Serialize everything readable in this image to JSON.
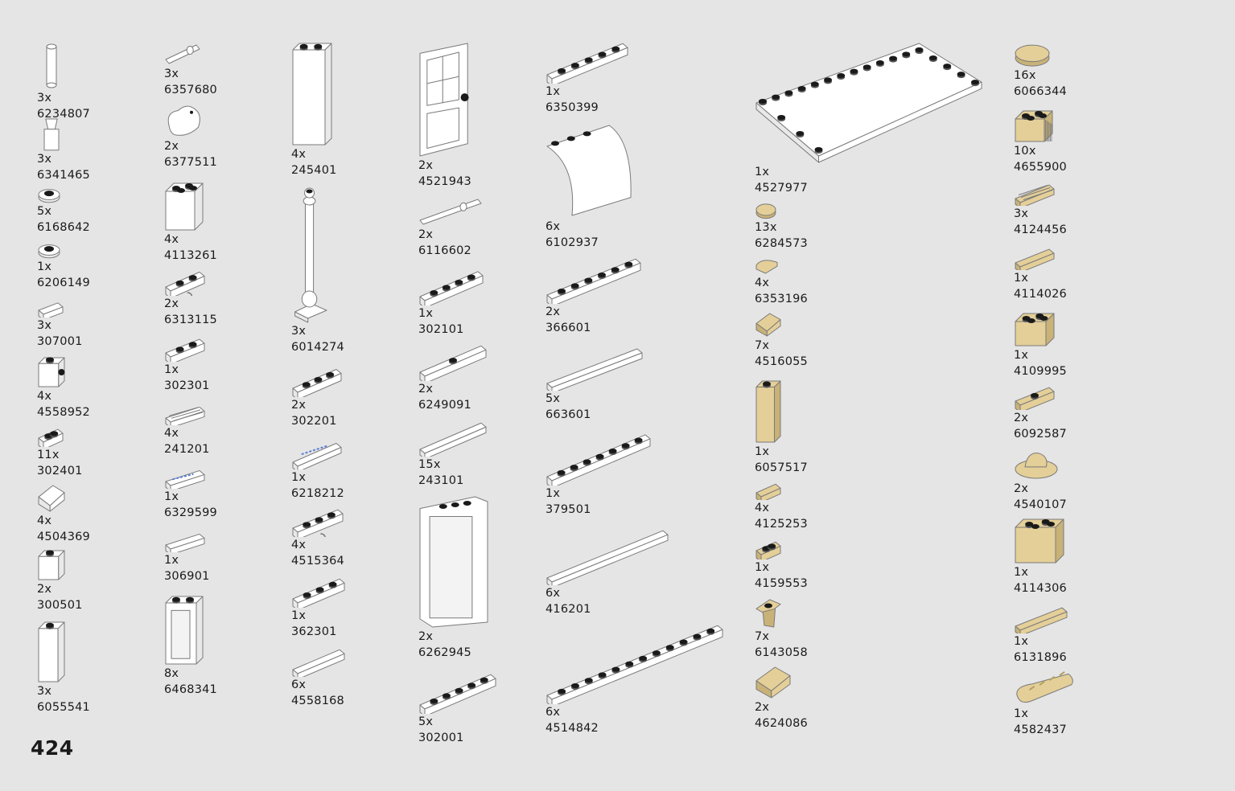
{
  "page_number": "424",
  "colors": {
    "background": "#e5e5e5",
    "white_brick": "#ffffff",
    "tan_brick": "#e4cf98",
    "stud": "#1a1a1a",
    "outline": "#7a7a7a"
  },
  "parts": [
    {
      "qty": "3x",
      "id": "6234807",
      "color": "white",
      "shape": "round-bar"
    },
    {
      "qty": "3x",
      "id": "6341465",
      "color": "white",
      "shape": "clip"
    },
    {
      "qty": "5x",
      "id": "6168642",
      "color": "white",
      "shape": "round-plate"
    },
    {
      "qty": "1x",
      "id": "6206149",
      "color": "white",
      "shape": "round-plate"
    },
    {
      "qty": "3x",
      "id": "307001",
      "color": "white",
      "shape": "tile"
    },
    {
      "qty": "4x",
      "id": "4558952",
      "color": "white",
      "shape": "brick-side-stud"
    },
    {
      "qty": "11x",
      "id": "302401",
      "color": "white",
      "shape": "plate"
    },
    {
      "qty": "4x",
      "id": "4504369",
      "color": "white",
      "shape": "slope"
    },
    {
      "qty": "2x",
      "id": "300501",
      "color": "white",
      "shape": "brick"
    },
    {
      "qty": "3x",
      "id": "6055541",
      "color": "white",
      "shape": "tall-brick"
    },
    {
      "qty": "3x",
      "id": "6357680",
      "color": "white",
      "shape": "bar"
    },
    {
      "qty": "2x",
      "id": "6377511",
      "color": "white",
      "shape": "animal"
    },
    {
      "qty": "4x",
      "id": "4113261",
      "color": "white",
      "shape": "brick"
    },
    {
      "qty": "2x",
      "id": "6313115",
      "color": "white",
      "shape": "plate-clip"
    },
    {
      "qty": "1x",
      "id": "302301",
      "color": "white",
      "shape": "plate"
    },
    {
      "qty": "4x",
      "id": "241201",
      "color": "white",
      "shape": "grille"
    },
    {
      "qty": "1x",
      "id": "6329599",
      "color": "white",
      "shape": "printed-tile"
    },
    {
      "qty": "1x",
      "id": "306901",
      "color": "white",
      "shape": "tile"
    },
    {
      "qty": "8x",
      "id": "6468341",
      "color": "white",
      "shape": "frame"
    },
    {
      "qty": "4x",
      "id": "245401",
      "color": "white",
      "shape": "tall-brick"
    },
    {
      "qty": "3x",
      "id": "6014274",
      "color": "white",
      "shape": "lamp-post"
    },
    {
      "qty": "2x",
      "id": "302201",
      "color": "white",
      "shape": "plate"
    },
    {
      "qty": "1x",
      "id": "6218212",
      "color": "white",
      "shape": "printed-tile"
    },
    {
      "qty": "4x",
      "id": "4515364",
      "color": "white",
      "shape": "plate-clip"
    },
    {
      "qty": "1x",
      "id": "362301",
      "color": "white",
      "shape": "plate"
    },
    {
      "qty": "6x",
      "id": "4558168",
      "color": "white",
      "shape": "tile"
    },
    {
      "qty": "2x",
      "id": "4521943",
      "color": "white",
      "shape": "door"
    },
    {
      "qty": "2x",
      "id": "6116602",
      "color": "white",
      "shape": "bar"
    },
    {
      "qty": "1x",
      "id": "302101",
      "color": "white",
      "shape": "plate"
    },
    {
      "qty": "2x",
      "id": "6249091",
      "color": "white",
      "shape": "jumper-plate"
    },
    {
      "qty": "15x",
      "id": "243101",
      "color": "white",
      "shape": "tile"
    },
    {
      "qty": "2x",
      "id": "6262945",
      "color": "white",
      "shape": "window-frame"
    },
    {
      "qty": "5x",
      "id": "302001",
      "color": "white",
      "shape": "plate"
    },
    {
      "qty": "1x",
      "id": "6350399",
      "color": "white",
      "shape": "plate"
    },
    {
      "qty": "6x",
      "id": "6102937",
      "color": "white",
      "shape": "curved-panel"
    },
    {
      "qty": "2x",
      "id": "366601",
      "color": "white",
      "shape": "plate"
    },
    {
      "qty": "5x",
      "id": "663601",
      "color": "white",
      "shape": "tile"
    },
    {
      "qty": "1x",
      "id": "379501",
      "color": "white",
      "shape": "plate"
    },
    {
      "qty": "6x",
      "id": "416201",
      "color": "white",
      "shape": "tile"
    },
    {
      "qty": "6x",
      "id": "4514842",
      "color": "white",
      "shape": "plate"
    },
    {
      "qty": "1x",
      "id": "4527977",
      "color": "white",
      "shape": "large-tile"
    },
    {
      "qty": "13x",
      "id": "6284573",
      "color": "tan",
      "shape": "round-tile"
    },
    {
      "qty": "4x",
      "id": "6353196",
      "color": "tan",
      "shape": "quarter-tile"
    },
    {
      "qty": "7x",
      "id": "4516055",
      "color": "tan",
      "shape": "slope"
    },
    {
      "qty": "1x",
      "id": "6057517",
      "color": "tan",
      "shape": "tall-brick"
    },
    {
      "qty": "4x",
      "id": "4125253",
      "color": "tan",
      "shape": "tile"
    },
    {
      "qty": "1x",
      "id": "4159553",
      "color": "tan",
      "shape": "plate"
    },
    {
      "qty": "7x",
      "id": "6143058",
      "color": "tan",
      "shape": "bracket"
    },
    {
      "qty": "2x",
      "id": "4624086",
      "color": "tan",
      "shape": "slope"
    },
    {
      "qty": "16x",
      "id": "6066344",
      "color": "tan",
      "shape": "round-tile"
    },
    {
      "qty": "10x",
      "id": "4655900",
      "color": "tan",
      "shape": "ridged-brick"
    },
    {
      "qty": "3x",
      "id": "4124456",
      "color": "tan",
      "shape": "grille"
    },
    {
      "qty": "1x",
      "id": "4114026",
      "color": "tan",
      "shape": "tile"
    },
    {
      "qty": "1x",
      "id": "4109995",
      "color": "tan",
      "shape": "brick"
    },
    {
      "qty": "2x",
      "id": "6092587",
      "color": "tan",
      "shape": "jumper-plate"
    },
    {
      "qty": "2x",
      "id": "4540107",
      "color": "tan",
      "shape": "hat"
    },
    {
      "qty": "1x",
      "id": "4114306",
      "color": "tan",
      "shape": "brick"
    },
    {
      "qty": "1x",
      "id": "6131896",
      "color": "tan",
      "shape": "tile"
    },
    {
      "qty": "1x",
      "id": "4582437",
      "color": "tan",
      "shape": "baguette"
    }
  ]
}
